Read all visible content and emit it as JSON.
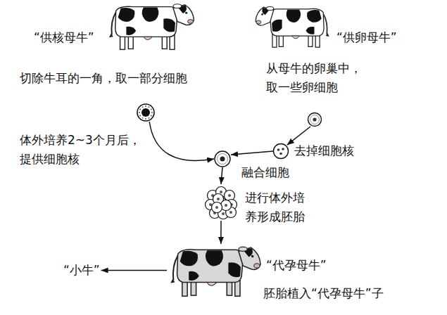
{
  "diagram": {
    "nodes": [
      {
        "text": [
          "切除牛耳的一角，取一部分细胞"
        ]
      },
      {
        "text": [
          "从母牛的卵巢中， 取一些卵细胞"
        ]
      },
      {
        "text": [
          "去掉细胞核"
        ]
      },
      {
        "text": [
          "融合细胞"
        ]
      },
      {
        "text": [
          "进行体外培 养形成胚胎"
        ]
      },
      {
        "text": [
          "“代孕母牛”",
          "胚胎植入“代孕母牛”子"
        ]
      },
      {
        "text": [
          "“小牛”"
        ]
      }
    ],
    "edges": [
      {
        "from": 0,
        "to": 3,
        "arrow": "to",
        "label": "体外培养2~3个月后， 提供细胞核"
      },
      {
        "from": 1,
        "to": 2,
        "arrow": "to"
      },
      {
        "from": 2,
        "to": 3,
        "arrow": "to"
      },
      {
        "from": 3,
        "to": 4,
        "arrow": "to"
      },
      {
        "from": 4,
        "to": 5,
        "arrow": "to"
      },
      {
        "from": 5,
        "to": 6,
        "arrow": "to"
      }
    ],
    "labels": [
      "“供核母牛”",
      "“供卵母牛”"
    ]
  }
}
